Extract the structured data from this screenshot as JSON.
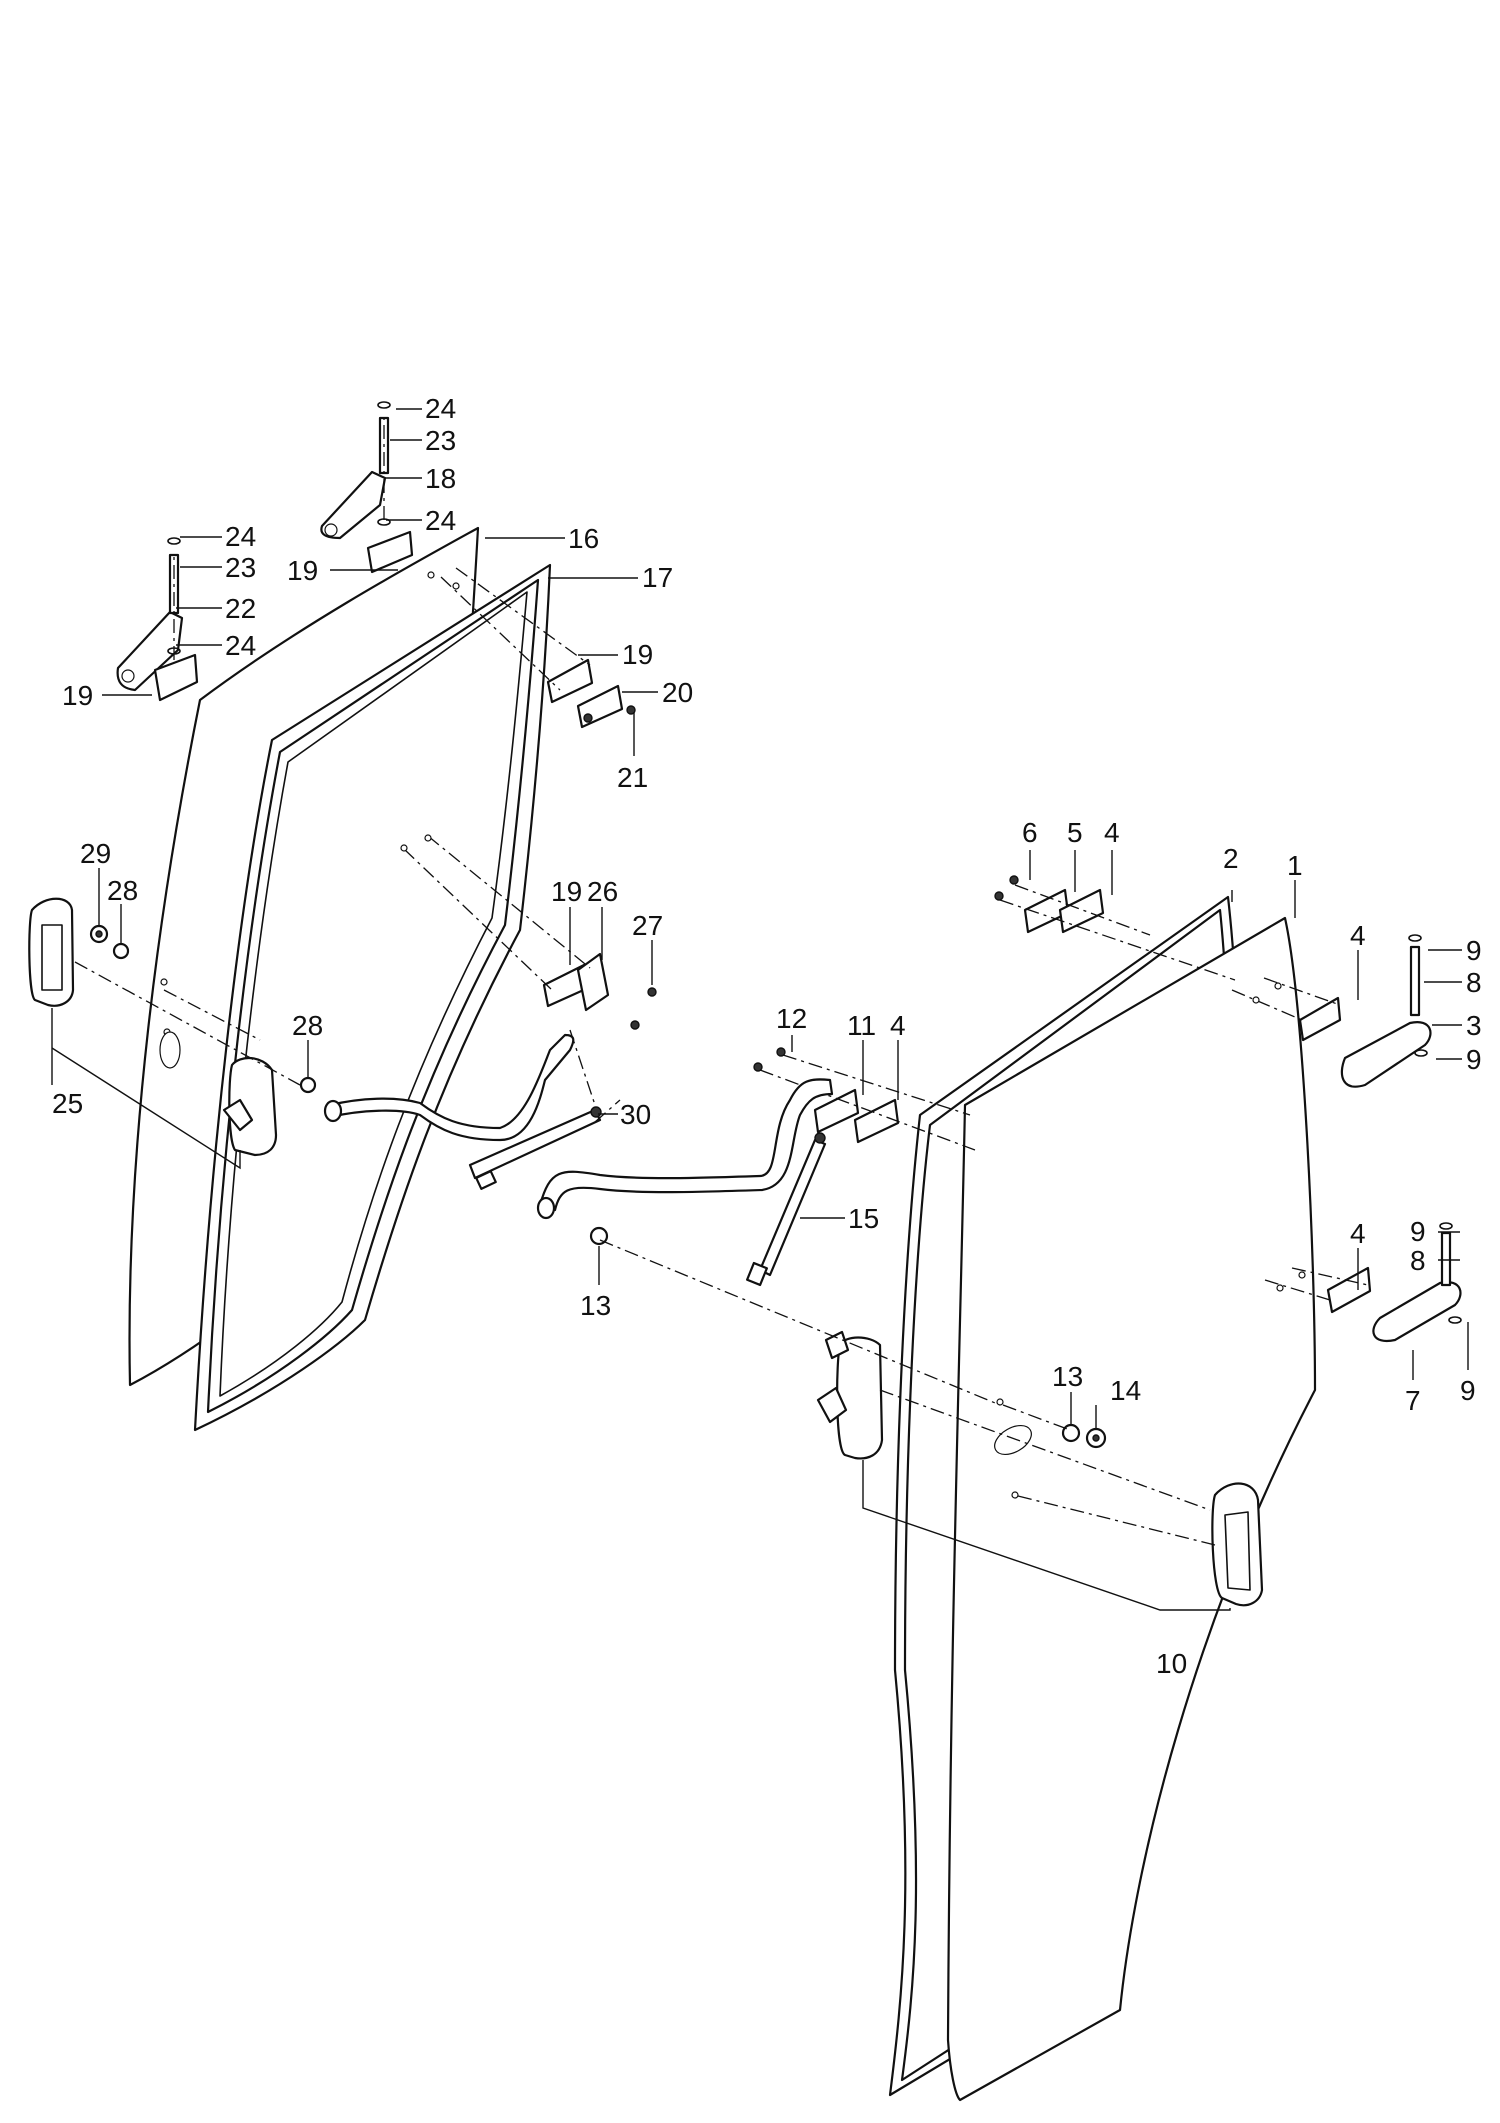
{
  "callouts": [
    {
      "id": "c24a",
      "text": "24"
    },
    {
      "id": "c23a",
      "text": "23"
    },
    {
      "id": "c18",
      "text": "18"
    },
    {
      "id": "c24b",
      "text": "24"
    },
    {
      "id": "c16",
      "text": "16"
    },
    {
      "id": "c19a",
      "text": "19"
    },
    {
      "id": "c24c",
      "text": "24"
    },
    {
      "id": "c23b",
      "text": "23"
    },
    {
      "id": "c17",
      "text": "17"
    },
    {
      "id": "c22",
      "text": "22"
    },
    {
      "id": "c24d",
      "text": "24"
    },
    {
      "id": "c19b",
      "text": "19"
    },
    {
      "id": "c19c",
      "text": "19"
    },
    {
      "id": "c20",
      "text": "20"
    },
    {
      "id": "c21",
      "text": "21"
    },
    {
      "id": "c29",
      "text": "29"
    },
    {
      "id": "c28a",
      "text": "28"
    },
    {
      "id": "c19d",
      "text": "19"
    },
    {
      "id": "c26",
      "text": "26"
    },
    {
      "id": "c27",
      "text": "27"
    },
    {
      "id": "c25",
      "text": "25"
    },
    {
      "id": "c28b",
      "text": "28"
    },
    {
      "id": "c30",
      "text": "30"
    },
    {
      "id": "c6",
      "text": "6"
    },
    {
      "id": "c5",
      "text": "5"
    },
    {
      "id": "c4a",
      "text": "4"
    },
    {
      "id": "c2",
      "text": "2"
    },
    {
      "id": "c1",
      "text": "1"
    },
    {
      "id": "c4b",
      "text": "4"
    },
    {
      "id": "c9a",
      "text": "9"
    },
    {
      "id": "c8a",
      "text": "8"
    },
    {
      "id": "c3",
      "text": "3"
    },
    {
      "id": "c9b",
      "text": "9"
    },
    {
      "id": "c12",
      "text": "12"
    },
    {
      "id": "c11",
      "text": "11"
    },
    {
      "id": "c4c",
      "text": "4"
    },
    {
      "id": "c15",
      "text": "15"
    },
    {
      "id": "c13a",
      "text": "13"
    },
    {
      "id": "c4d",
      "text": "4"
    },
    {
      "id": "c9c",
      "text": "9"
    },
    {
      "id": "c8b",
      "text": "8"
    },
    {
      "id": "c7",
      "text": "7"
    },
    {
      "id": "c9d",
      "text": "9"
    },
    {
      "id": "c13b",
      "text": "13"
    },
    {
      "id": "c14",
      "text": "14"
    },
    {
      "id": "c10",
      "text": "10"
    }
  ]
}
